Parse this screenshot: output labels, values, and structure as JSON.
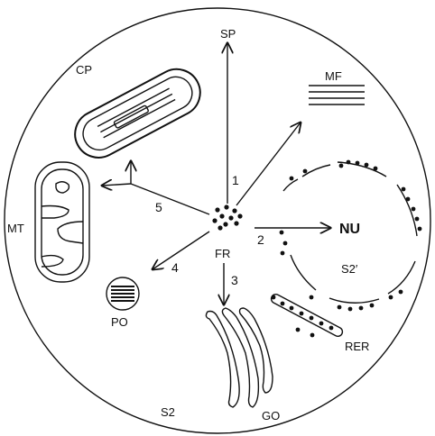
{
  "labels": {
    "sp": "SP",
    "mf": "MF",
    "cp": "CP",
    "mt": "MT",
    "nu": "NU",
    "s2prime": "S2′",
    "fr": "FR",
    "po": "PO",
    "rer": "RER",
    "go": "GO",
    "s2": "S2"
  },
  "pathways": {
    "p1": "1",
    "p2": "2",
    "p3": "3",
    "p4": "4",
    "p5": "5"
  }
}
